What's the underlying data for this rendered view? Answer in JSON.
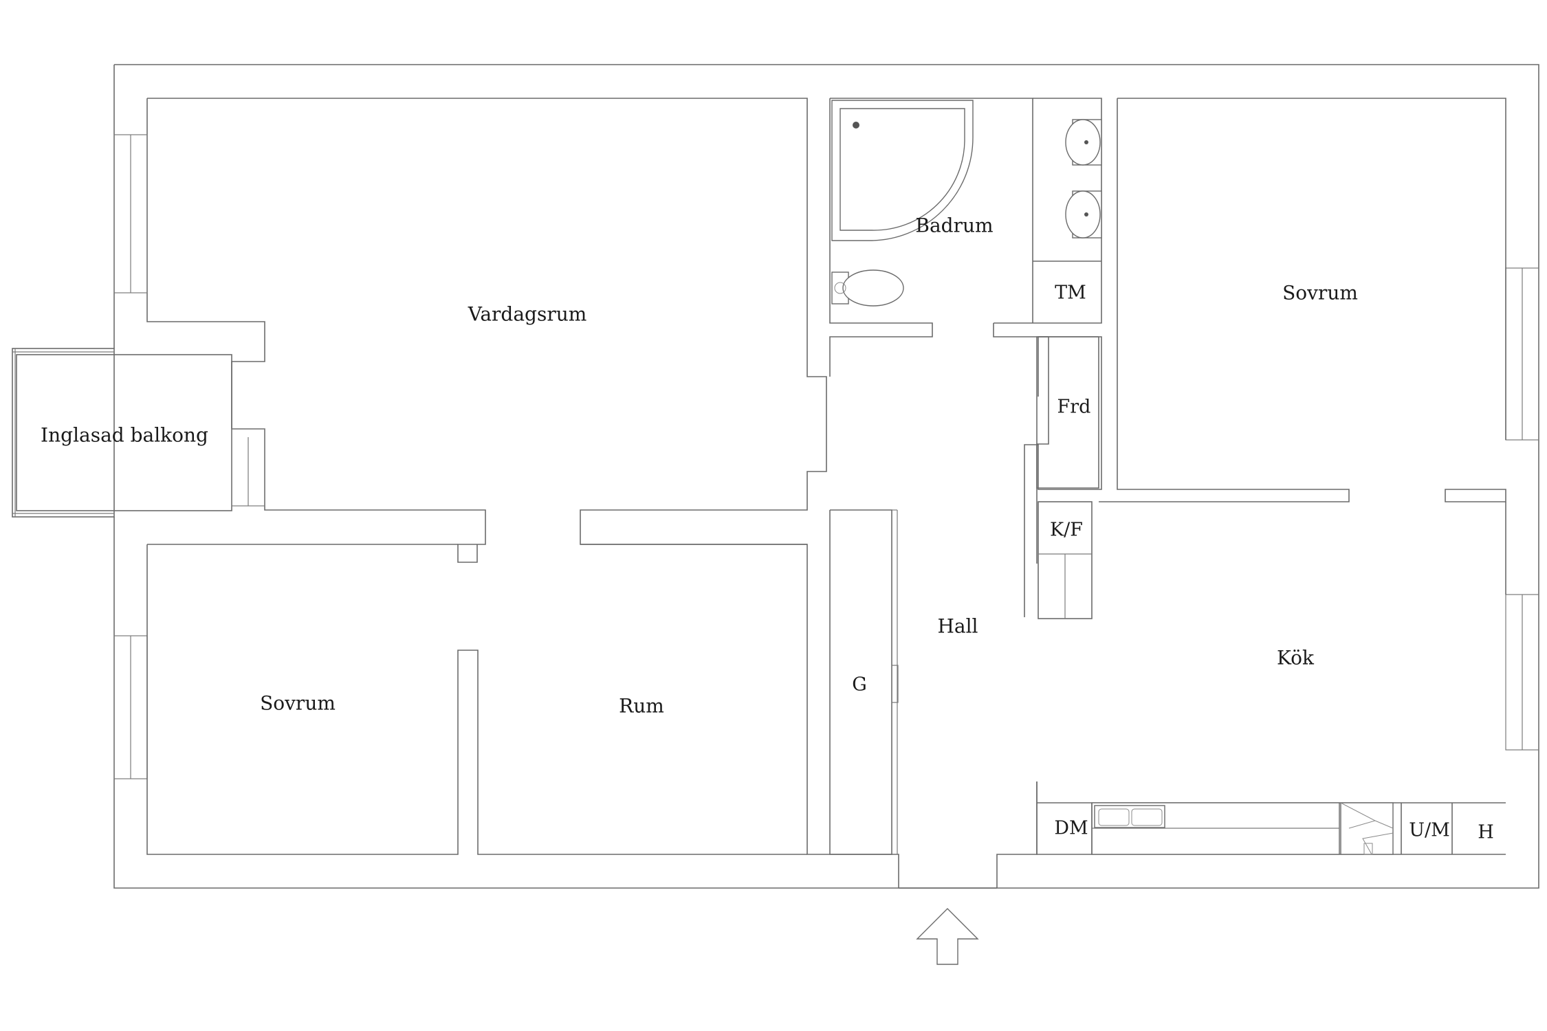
{
  "rooms": {
    "vardagsrum": "Vardagsrum",
    "badrum": "Badrum",
    "tm": "TM",
    "sovrum_right": "Sovrum",
    "frd": "Frd",
    "inglasad_balkong": "Inglasad balkong",
    "kf": "K/F",
    "hall": "Hall",
    "kok": "Kök",
    "g": "G",
    "sovrum_left": "Sovrum",
    "rum": "Rum",
    "dm": "DM",
    "um": "U/M",
    "h": "H"
  },
  "entrance": {
    "icon": "entrance-arrow-icon"
  },
  "colors": {
    "line": "#6a6a6a",
    "text": "#1a1a1a",
    "background": "#ffffff"
  }
}
